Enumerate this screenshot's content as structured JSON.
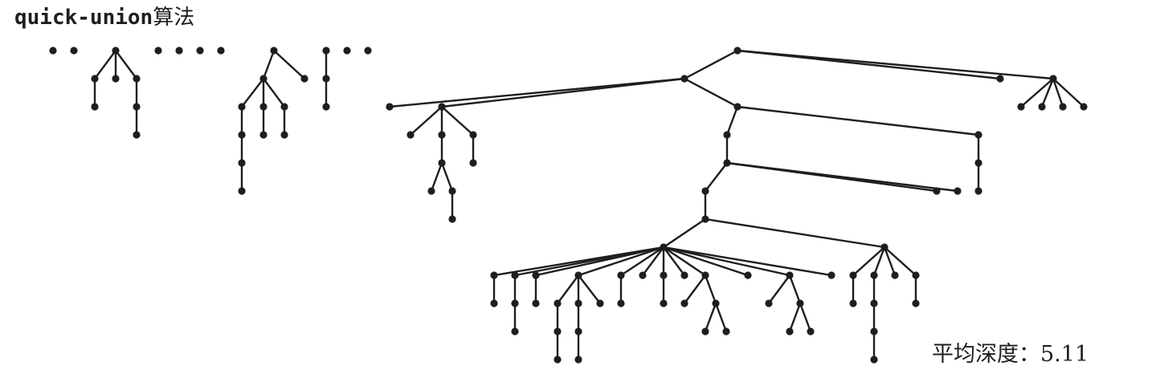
{
  "header": {
    "algorithm": "quick-union",
    "suffix": "算法"
  },
  "footer": {
    "label": "平均深度：",
    "value": "5.11"
  },
  "colors": {
    "ink": "#1e1e1e",
    "background": "#ffffff"
  }
}
